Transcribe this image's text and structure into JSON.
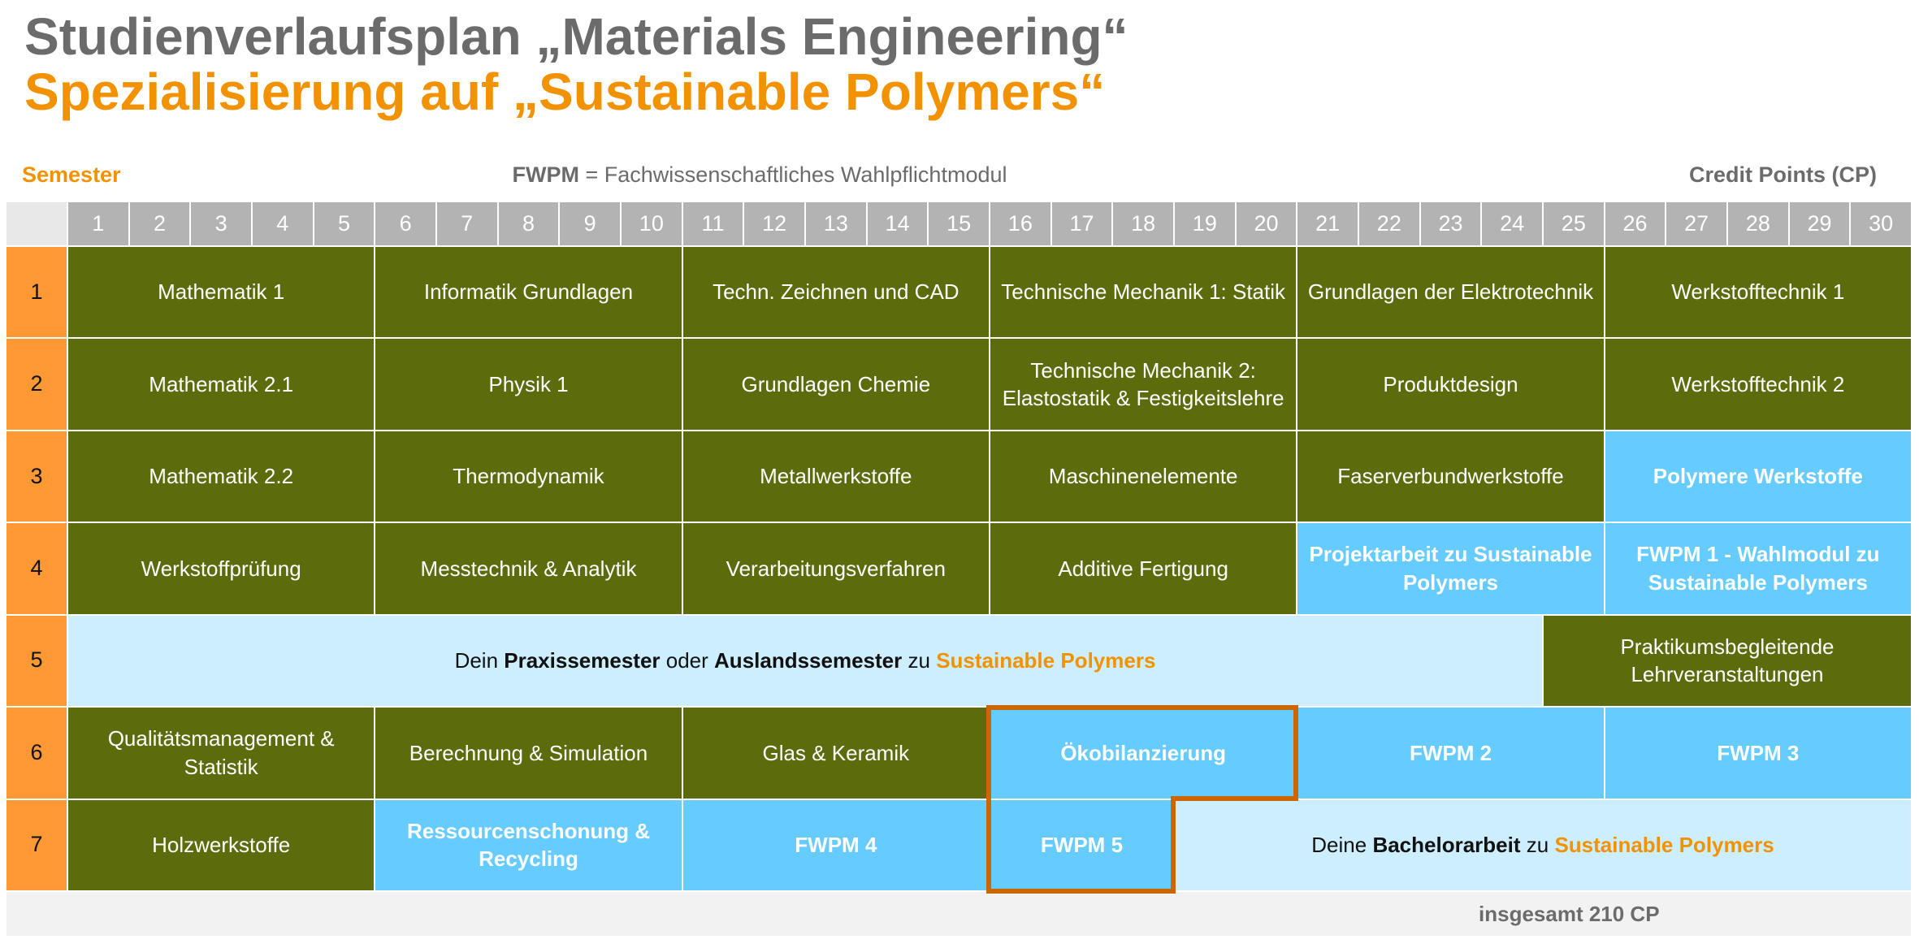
{
  "title": "Studienverlaufsplan „Materials Engineering“",
  "subtitle": "Spezialisierung auf „Sustainable Polymers“",
  "labels": {
    "semester": "Semester",
    "fwpm_abbr": "FWPM",
    "fwpm_eq": " = ",
    "fwpm_text": "Fachwissenschaftliches Wahlpflichtmodul",
    "credit_points": "Credit Points (CP)"
  },
  "cp_columns": [
    "1",
    "2",
    "3",
    "4",
    "5",
    "6",
    "7",
    "8",
    "9",
    "10",
    "11",
    "12",
    "13",
    "14",
    "15",
    "16",
    "17",
    "18",
    "19",
    "20",
    "21",
    "22",
    "23",
    "24",
    "25",
    "26",
    "27",
    "28",
    "29",
    "30"
  ],
  "semesters": [
    "1",
    "2",
    "3",
    "4",
    "5",
    "6",
    "7"
  ],
  "modules": {
    "s1": [
      "Mathematik 1",
      "Informatik Grundlagen",
      "Techn. Zeichnen und CAD",
      "Technische Mechanik 1: Statik",
      "Grundlagen der Elektrotechnik",
      "Werkstofftechnik 1"
    ],
    "s2": [
      "Mathematik 2.1",
      "Physik 1",
      "Grundlagen Chemie",
      "Technische Mechanik 2: Elastostatik & Festigkeitslehre",
      "Produktdesign",
      "Werkstofftechnik 2"
    ],
    "s3": [
      "Mathematik 2.2",
      "Thermodynamik",
      "Metallwerkstoffe",
      "Maschinenelemente",
      "Faserverbundwerkstoffe",
      "Polymere Werkstoffe"
    ],
    "s4": [
      "Werkstoffprüfung",
      "Messtechnik & Analytik",
      "Verarbeitungsverfahren",
      "Additive Fertigung",
      "Projektarbeit zu Sustainable Polymers",
      "FWPM 1 - Wahlmodul zu Sustainable Polymers"
    ],
    "s5": {
      "praxis": {
        "p1": "Dein ",
        "b1": "Praxissemester",
        "p2": " oder ",
        "b2": "Auslandssemester",
        "p3": " zu ",
        "o": "Sustainable Polymers"
      },
      "module": "Praktikumsbegleitende Lehrveranstaltungen"
    },
    "s6": [
      "Qualitätsmanagement & Statistik",
      "Berechnung & Simulation",
      "Glas & Keramik",
      "Ökobilanzierung",
      "FWPM 2",
      "FWPM 3"
    ],
    "s7": {
      "modules": [
        "Holzwerkstoffe",
        "Ressourcenschonung & Recycling",
        "FWPM 4",
        "FWPM 5"
      ],
      "thesis": {
        "p1": "Deine ",
        "b": "Bachelorarbeit",
        "p2": " zu ",
        "o": "Sustainable Polymers"
      }
    }
  },
  "footer": "insgesamt 210 CP",
  "colors": {
    "green": "#5c6b0c",
    "blue": "#66ccff",
    "light_blue": "#cceeff",
    "orange": "#f39200",
    "highlight": "#cc6600"
  }
}
